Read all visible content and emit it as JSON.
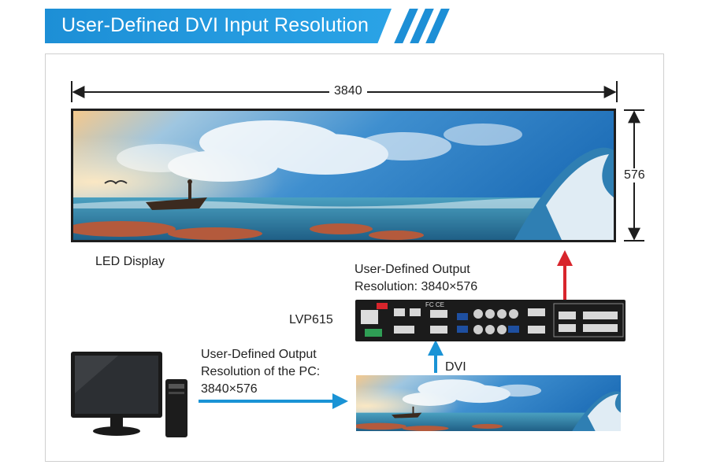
{
  "header": {
    "title": "User-Defined DVI Input Resolution"
  },
  "display": {
    "width_label": "3840",
    "height_label": "576",
    "caption": "LED Display"
  },
  "processor": {
    "model": "LVP615",
    "output_caption_line1": "User-Defined Output",
    "output_caption_line2": "Resolution: 3840×576",
    "fc_mark": "FC CE"
  },
  "pc": {
    "caption_line1": "User-Defined Output",
    "caption_line2": "Resolution of the PC:",
    "caption_line3": "3840×576"
  },
  "connection": {
    "label": "DVI"
  },
  "colors": {
    "banner": "#1d8fd6",
    "blue_arrow": "#1a93d5",
    "red_arrow": "#d8252c",
    "device_body": "#1b1b1b"
  },
  "icons": [
    "monitor-icon",
    "pc-tower-icon",
    "seagull-icon",
    "boat-icon"
  ]
}
